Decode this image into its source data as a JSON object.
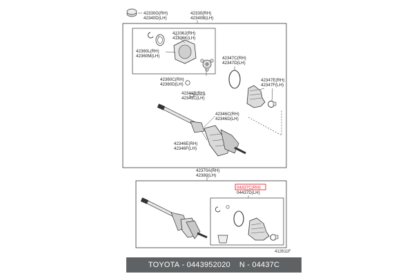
{
  "parts": {
    "p42330": {
      "rh": "42330G(RH)",
      "lh": "42340D(LH)"
    },
    "p42330a": {
      "rh": "42330(RH)",
      "lh": "42340B(LH)"
    },
    "p41336": {
      "rh": "41336J(RH)",
      "lh": "41336K(LH)"
    },
    "p42360lm": {
      "rh": "42360L(RH)",
      "lh": "42360M(LH)"
    },
    "p42347c": {
      "rh": "42347C(RH)",
      "lh": "42347D(LH)"
    },
    "p42347e": {
      "rh": "42347E(RH)",
      "lh": "42347F(LH)"
    },
    "p42360c": {
      "rh": "42360C(RH)",
      "lh": "42360D(LH)"
    },
    "p42341": {
      "rh": "42341B(RH)",
      "lh": "42341C(LH)"
    },
    "p42346c": {
      "rh": "42346C(RH)",
      "lh": "42346D(LH)"
    },
    "p42346e": {
      "rh": "42346E(RH)",
      "lh": "42346F(LH)"
    },
    "p42370": {
      "rh": "42370A(RH)",
      "lh": "42380(LH)"
    },
    "p04437": {
      "rh": "04437C(RH)",
      "lh": "04437D(LH)"
    }
  },
  "diagram_id": "412611F",
  "footer": {
    "brand": "TOYOTA",
    "sep1": " - ",
    "part_number": "0443952020",
    "sep2": "    N - ",
    "code": "04437C"
  },
  "colors": {
    "highlight": "#e8262d",
    "line": "#333333",
    "footer_bg": "#5f6264"
  }
}
